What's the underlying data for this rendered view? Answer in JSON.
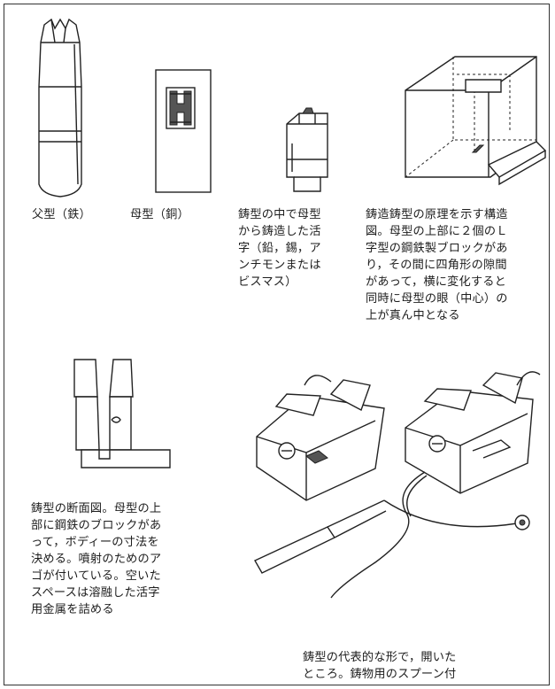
{
  "captions": {
    "father_mold": "父型（鉄）",
    "mother_mold": "母型（銅）",
    "cast_type": "鋳型の中で母型\nから鋳造した活\n字（鉛，錫，ア\nンチモンまたは\nビスマス）",
    "casting_principle": "鋳造鋳型の原理を示す構造\n図。母型の上部に２個のＬ\n字型の鋼鉄製ブロックがあ\nり，その間に四角形の隙間\nがあって，横に変化すると\n同時に母型の眼（中心）の\n上が真ん中となる",
    "cross_section": "鋳型の断面図。母型の上\n部に鋼鉄のブロックがあ\nって，ボディーの寸法を\n決める。噴射のためのア\nゴが付いている。空いた\nスペースは溶融した活字\n用金属を詰める",
    "typical_mold": "鋳型の代表的な形で，開いた\nところ。鋳物用のスプーン付"
  }
}
